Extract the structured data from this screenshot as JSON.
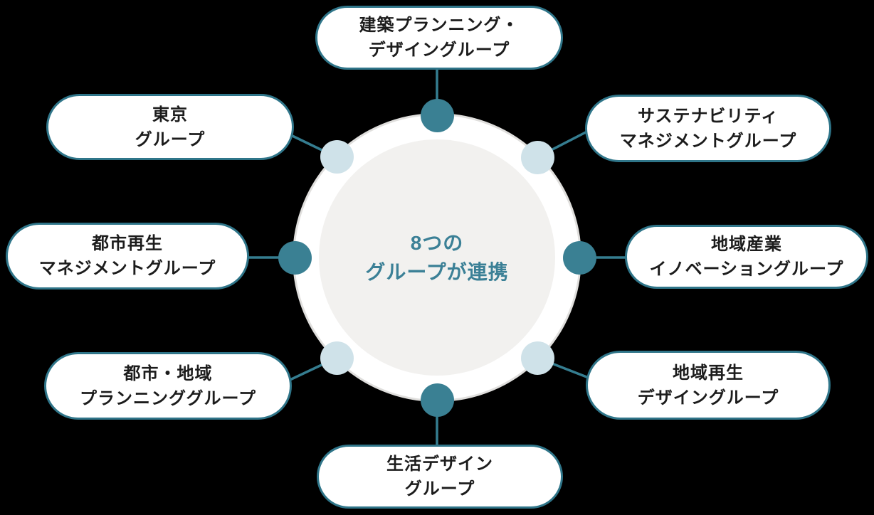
{
  "diagram_title": "8つのグループが連携",
  "center": {
    "line1": "8つの",
    "line2": "グループが連携"
  },
  "groups": [
    {
      "position": "top",
      "line1": "建築プランニング・",
      "line2": "デザイングループ",
      "dot_color": "dark"
    },
    {
      "position": "top-right",
      "line1": "サステナビリティ",
      "line2": "マネジメントグループ",
      "dot_color": "light"
    },
    {
      "position": "right",
      "line1": "地域産業",
      "line2": "イノベーショングループ",
      "dot_color": "dark"
    },
    {
      "position": "bottom-right",
      "line1": "地域再生",
      "line2": "デザイングループ",
      "dot_color": "light"
    },
    {
      "position": "bottom",
      "line1": "生活デザイン",
      "line2": "グループ",
      "dot_color": "dark"
    },
    {
      "position": "bottom-left",
      "line1": "都市・地域",
      "line2": "プランニンググループ",
      "dot_color": "light"
    },
    {
      "position": "left",
      "line1": "都市再生",
      "line2": "マネジメントグループ",
      "dot_color": "dark"
    },
    {
      "position": "top-left",
      "line1": "東京",
      "line2": "グループ",
      "dot_color": "light"
    }
  ],
  "colors": {
    "background": "#000000",
    "pill_background": "#ffffff",
    "pill_border": "#2f7589",
    "pill_text": "#1c1c1c",
    "center_text": "#3b8096",
    "inner_circle": "#f2f1ef",
    "outer_circle": "#ffffff",
    "outer_circle_ring": "#e0dfdd",
    "dark_dot": "#3a8093",
    "light_dot": "#cfe2e9",
    "connector_line": "#357d90"
  }
}
